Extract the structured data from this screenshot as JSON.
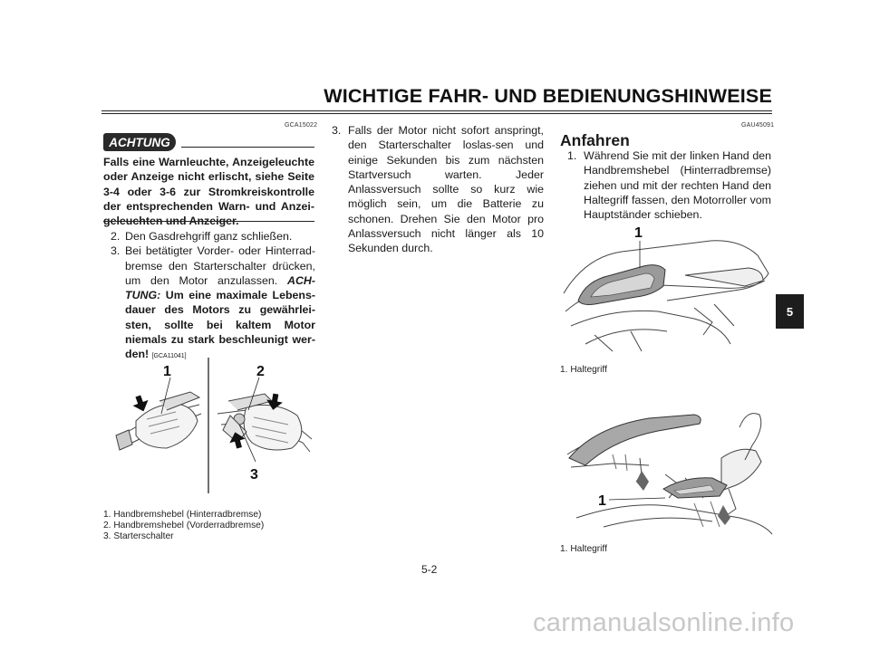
{
  "header": {
    "title": "WICHTIGE FAHR- UND BEDIENUNGSHINWEISE"
  },
  "chapter_tab": "5",
  "left_column": {
    "code": "GCA15022",
    "achtung_label": "ACHTUNG",
    "warning_text": "Falls eine Warnleuchte, Anzeigeleuchte oder Anzeige nicht erlischt, siehe Seite 3-4 oder 3-6 zur Stromkreiskontrolle der entsprechenden Warn- und Anzei-geleuchten und Anzeiger.",
    "steps": [
      {
        "num": "2.",
        "text": "Den Gasdrehgriff ganz schließen."
      },
      {
        "num": "3.",
        "text": "Bei betätigter Vorder- oder Hinterrad-bremse den Starterschalter drücken, um den Motor anzulassen.",
        "caution_label": "ACH-TUNG:",
        "caution_text": "Um eine maximale Lebens-dauer des Motors zu gewährlei-sten, sollte bei kaltem Motor niemals zu stark beschleunigt wer-den!",
        "caution_code": "[GCA11041]"
      }
    ],
    "figure_labels": [
      "1",
      "2",
      "3"
    ],
    "captions": [
      "1. Handbremshebel (Hinterradbremse)",
      "2. Handbremshebel (Vorderradbremse)",
      "3. Starterschalter"
    ]
  },
  "middle_column": {
    "steps": [
      {
        "num": "3.",
        "text": "Falls der Motor nicht sofort anspringt, den Starterschalter loslas-sen und einige Sekunden bis zum nächsten Startversuch warten. Jeder Anlassversuch sollte so kurz wie möglich sein, um die Batterie zu schonen. Drehen Sie den Motor pro Anlassversuch nicht länger als 10 Sekunden durch."
      }
    ]
  },
  "right_column": {
    "code": "GAU45091",
    "heading": "Anfahren",
    "steps": [
      {
        "num": "1.",
        "text": "Während Sie mit der linken Hand den Handbremshebel (Hinterradbremse) ziehen und mit der rechten Hand den Haltegriff fassen, den Motorroller vom Hauptständer schieben."
      }
    ],
    "figure1_label": "1",
    "figure1_caption": "1. Haltegriff",
    "figure2_label": "1",
    "figure2_caption": "1. Haltegriff"
  },
  "footer": {
    "page_number": "5-2"
  },
  "watermark": "carmanualsonline.info"
}
